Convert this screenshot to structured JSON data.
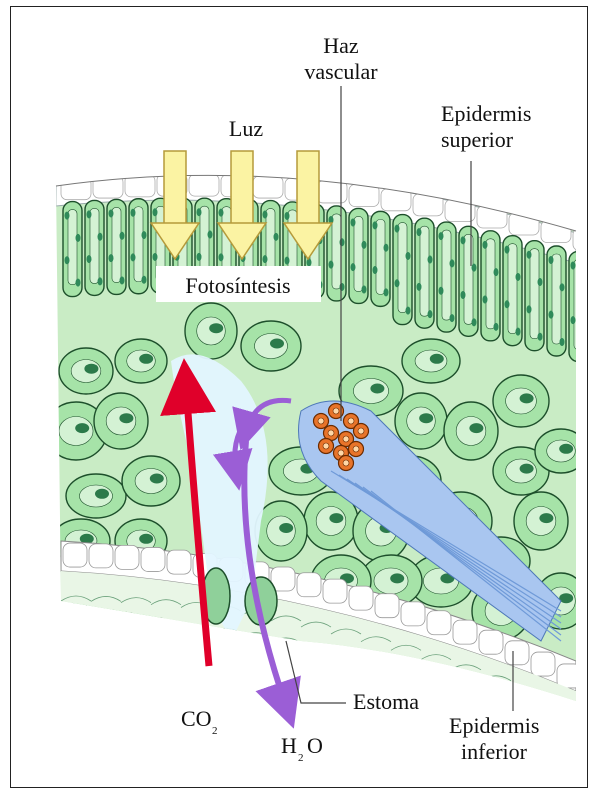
{
  "labels": {
    "haz_vascular_line1": "Haz",
    "haz_vascular_line2": "vascular",
    "luz": "Luz",
    "epidermis_superior_line1": "Epidermis",
    "epidermis_superior_line2": "superior",
    "fotosintesis": "Fotosíntesis",
    "estoma": "Estoma",
    "co2_main": "CO",
    "co2_sub": "2",
    "h2o_h": "H",
    "h2o_sub": "2",
    "h2o_o": "O",
    "epidermis_inferior_line1": "Epidermis",
    "epidermis_inferior_line2": "inferior"
  },
  "colors": {
    "cell_fill": "#a6e3a8",
    "cell_light": "#d4f2d4",
    "cell_outline": "#1d4f2b",
    "chloroplast": "#2f8a5a",
    "nucleus": "#2c7a4a",
    "epidermis": "#ffffff",
    "vascular_blue": "#a9c6f0",
    "xylem_orange": "#e8742a",
    "light_arrow": "#fbf3a3",
    "co2_arrow": "#e0002a",
    "h2o_arrow": "#9b5ed6",
    "air_space": "#dff3ff"
  }
}
